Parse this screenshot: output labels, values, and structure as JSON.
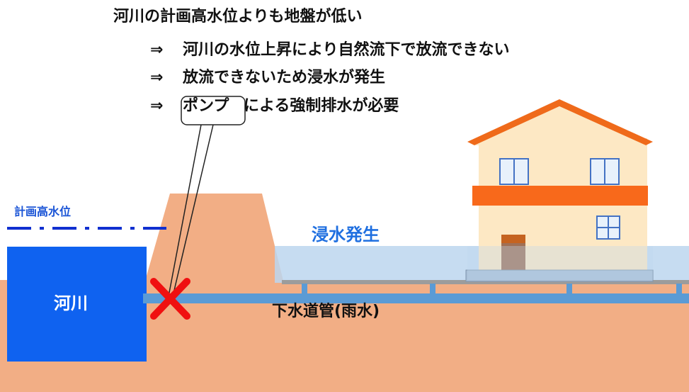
{
  "heading": "河川の計画高水位よりも地盤が低い",
  "bullets": [
    {
      "arrow": "⇒",
      "text": "河川の水位上昇により自然流下で放流できない"
    },
    {
      "arrow": "⇒",
      "text": "放流できないため浸水が発生"
    },
    {
      "arrow": "⇒",
      "boxed": "ポンプ",
      "text": "による強制排水が必要"
    }
  ],
  "labels": {
    "water_level": "計画高水位",
    "flood": "浸水発生",
    "river": "河川",
    "sewer": "下水道管(雨水)"
  },
  "colors": {
    "ground": "#f2ae85",
    "river": "#0f62f0",
    "flood_water": "#bcd6ee",
    "pipe": "#5b9bd5",
    "house_wall": "#fde8c4",
    "roof": "#ef6a1a",
    "band": "#f8691b",
    "door": "#a07055",
    "door_top": "#c56320",
    "foundation": "#a9bfd6",
    "blocked_mark": "#f01010",
    "water_level_line": "#1030d0"
  },
  "icons": {
    "blocked_mark": "cross-mark-icon",
    "house": "house-icon"
  }
}
